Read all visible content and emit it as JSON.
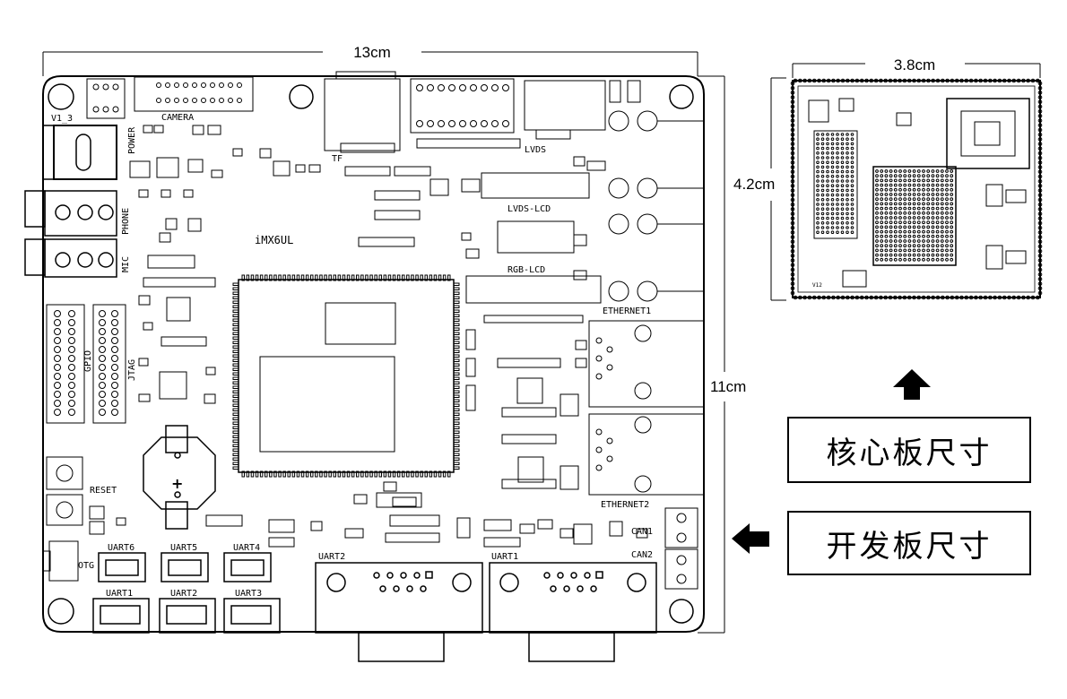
{
  "dimensions": {
    "dev_width": "13cm",
    "dev_height": "11cm",
    "core_width": "3.8cm",
    "core_height": "4.2cm"
  },
  "labels": {
    "core_size": "核心板尺寸",
    "dev_size": "开发板尺寸"
  },
  "silkscreen": {
    "v1_3": "V1_3",
    "power": "POWER",
    "camera": "CAMERA",
    "tf": "TF",
    "lvds": "LVDS",
    "lvds_lcd": "LVDS-LCD",
    "rgb_lcd": "RGB-LCD",
    "phone": "PHONE",
    "mic": "MIC",
    "imx6ul": "iMX6UL",
    "gpio": "GPIO",
    "jtag": "JTAG",
    "ethernet1": "ETHERNET1",
    "ethernet2": "ETHERNET2",
    "reset": "RESET",
    "otg": "OTG",
    "can1": "CAN1",
    "can2": "CAN2",
    "uart6": "UART6",
    "uart5": "UART5",
    "uart4": "UART4",
    "uart1_lower": "UART1",
    "uart2_lower": "UART2",
    "uart3": "UART3",
    "uart2_db9": "UART2",
    "uart1_db9": "UART1",
    "v12": "V12"
  },
  "colors": {
    "line": "#000000",
    "background": "#ffffff"
  },
  "icons": {
    "core_arrow": "arrow-up-icon",
    "dev_arrow": "arrow-left-icon"
  }
}
